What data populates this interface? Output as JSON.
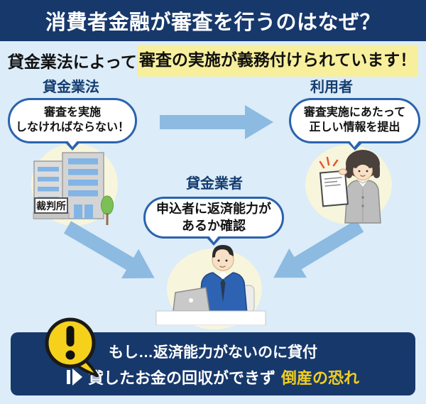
{
  "header": {
    "title": "消費者金融が審査を行うのはなぜ？"
  },
  "subtitle": {
    "plain": "貸金業法によって",
    "highlighted": "審査の実施が義務付けられています！"
  },
  "sections": {
    "law": {
      "label": "貸金業法",
      "bubble": [
        "審査を実施",
        "しなければならない！"
      ],
      "illustration": "courthouse-building",
      "sign": "裁判所"
    },
    "user": {
      "label": "利用者",
      "bubble": [
        "審査実施にあたって",
        "正しい情報を提出"
      ],
      "illustration": "woman-presenting-document"
    },
    "lender": {
      "label": "貸金業者",
      "bubble": [
        "申込者に返済能力が",
        "あるか確認"
      ],
      "illustration": "man-working-on-laptop"
    }
  },
  "warning": {
    "icon": "exclamation-bubble",
    "line1": "もし…返済能力がないのに貸付",
    "line2_prefix": "貸したお金の回収ができず",
    "line2_accent": "倒産の恐れ"
  },
  "colors": {
    "navy": "#17386b",
    "background": "#dcecf8",
    "highlight_yellow": "#f8ef9c",
    "arrow_blue": "#8cbae1",
    "bubble_border_blue": "#2a63ae",
    "heading_navy": "#143d70",
    "accent_yellow": "#f2cf1e",
    "icon_yellow": "#f6d11c",
    "spot_cream": "#f7f5dc"
  }
}
